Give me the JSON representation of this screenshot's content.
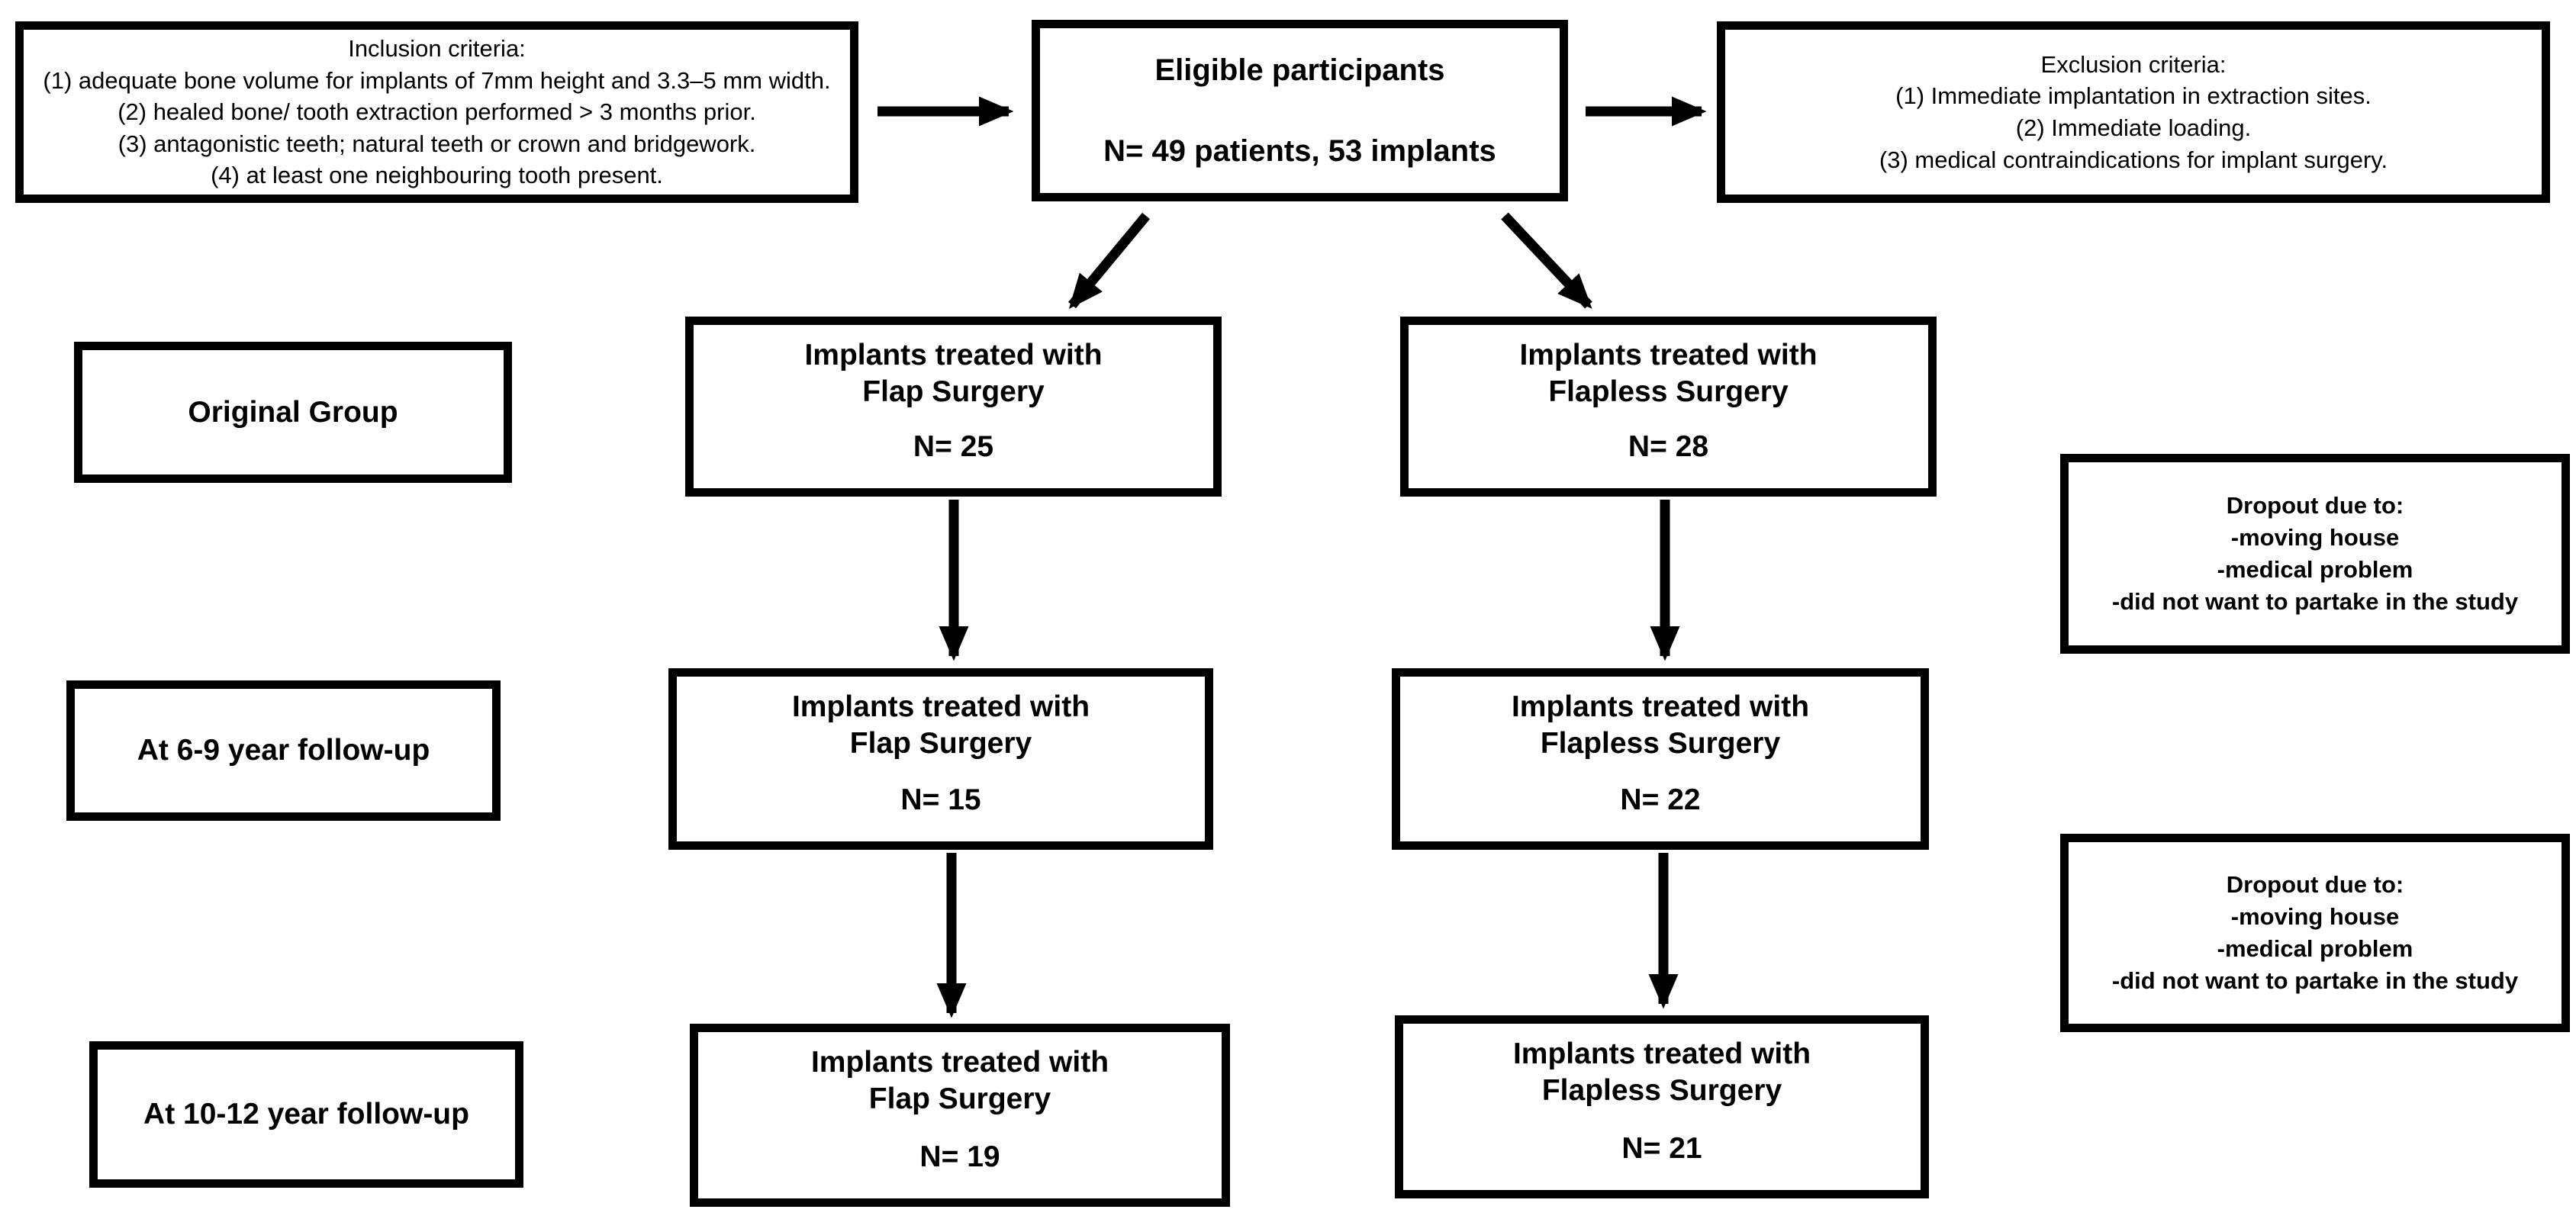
{
  "diagram": {
    "colors": {
      "border": "#000000",
      "background": "#ffffff",
      "text": "#000000"
    },
    "inclusion_box": {
      "title": "Inclusion criteria:",
      "items": [
        "(1) adequate bone volume for implants of 7mm height and 3.3–5 mm width.",
        "(2) healed bone/ tooth extraction performed > 3 months prior.",
        "(3) antagonistic teeth; natural teeth or crown and bridgework.",
        "(4) at least one neighbouring tooth present."
      ]
    },
    "eligible_box": {
      "line1": "Eligible participants",
      "line2": "N= 49 patients, 53 implants"
    },
    "exclusion_box": {
      "title": "Exclusion criteria:",
      "items": [
        "(1) Immediate implantation in extraction sites.",
        "(2) Immediate loading.",
        "(3) medical contraindications for implant surgery."
      ]
    },
    "row_labels": [
      "Original Group",
      "At 6-9 year follow-up",
      "At 10-12 year follow-up"
    ],
    "flap_boxes": [
      {
        "lines": [
          "Implants treated with",
          "Flap Surgery"
        ],
        "count": "N= 25"
      },
      {
        "lines": [
          "Implants treated with",
          "Flap Surgery"
        ],
        "count": "N= 15"
      },
      {
        "lines": [
          "Implants treated with",
          "Flap Surgery"
        ],
        "count": "N= 19"
      }
    ],
    "flapless_boxes": [
      {
        "lines": [
          "Implants treated with",
          "Flapless Surgery"
        ],
        "count": "N= 28"
      },
      {
        "lines": [
          "Implants treated with",
          "Flapless Surgery"
        ],
        "count": "N= 22"
      },
      {
        "lines": [
          "Implants treated with",
          "Flapless Surgery"
        ],
        "count": "N= 21"
      }
    ],
    "dropout_boxes": [
      {
        "title": "Dropout due to:",
        "items": [
          "-moving house",
          "-medical problem",
          "-did not want to partake in the study"
        ]
      },
      {
        "title": "Dropout due to:",
        "items": [
          "-moving house",
          "-medical problem",
          "-did not want to partake in the study"
        ]
      }
    ]
  }
}
